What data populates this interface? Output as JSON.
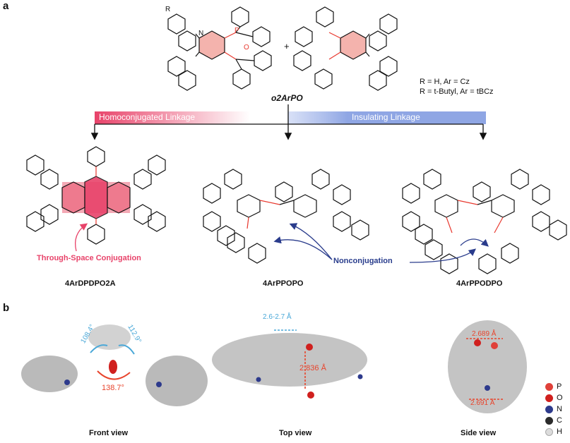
{
  "panel_a": {
    "label": "a",
    "precursor": {
      "name": "o2ArPO",
      "plus": "+"
    },
    "r_definitions": [
      "R = H, Ar = Cz",
      "R = t-Butyl, Ar = tBCz"
    ],
    "linkages": {
      "homoconjugated": "Homoconjugated Linkage",
      "insulating": "Insulating Linkage"
    },
    "compounds": [
      {
        "name": "4ArDPDPO2A"
      },
      {
        "name": "4ArPPOPO"
      },
      {
        "name": "4ArPPODPO"
      }
    ],
    "annotations": {
      "through_space": "Through-Space Conjugation",
      "nonconjugation": "Nonconjugation"
    },
    "atom_labels": {
      "R": "R",
      "N": "N",
      "P": "P",
      "O": "O"
    }
  },
  "panel_b": {
    "label": "b",
    "views": [
      {
        "name": "Front view",
        "measurements": [
          "108.4°",
          "112.9°",
          "138.7°"
        ]
      },
      {
        "name": "Top view",
        "measurements": [
          "2.6-2.7 Å",
          "2.836 Å"
        ]
      },
      {
        "name": "Side view",
        "measurements": [
          "2.689 Å",
          "2.691 Å"
        ]
      }
    ],
    "legend": [
      {
        "symbol": "P",
        "color": "#e0413a"
      },
      {
        "symbol": "O",
        "color": "#d0201e"
      },
      {
        "symbol": "N",
        "color": "#2d3a8c"
      },
      {
        "symbol": "C",
        "color": "#2b2b2b"
      },
      {
        "symbol": "H",
        "color": "#dcdcdc"
      }
    ]
  },
  "colors": {
    "phosphorus": "#e8392f",
    "homoconjugated_bar": "#e84e6a",
    "insulating_bar": "#8fa6e4",
    "through_space_text": "#e8436a",
    "nonconjugation_text": "#283c8c",
    "angle_blue": "#4aa8d8",
    "angle_red": "#e8442c"
  }
}
